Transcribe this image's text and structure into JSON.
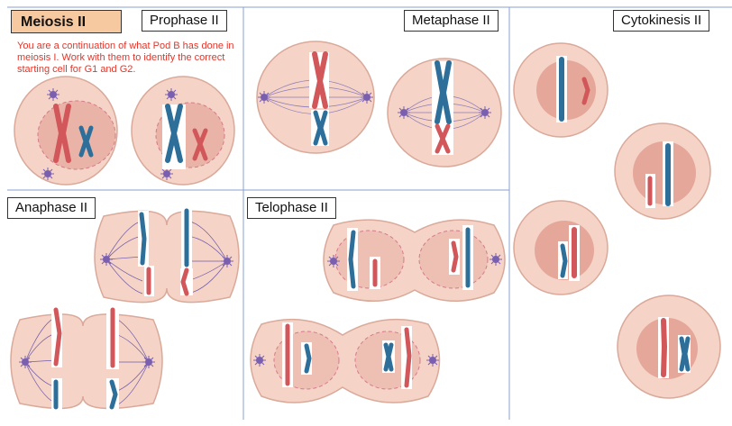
{
  "title": "Meiosis II",
  "note": "You are a continuation of what Pod B has done in meiosis I. Work with them to identify the correct starting cell for G1 and G2.",
  "phases": {
    "prophase": "Prophase II",
    "metaphase": "Metaphase II",
    "cytokinesis": "Cytokinesis II",
    "anaphase": "Anaphase II",
    "telophase": "Telophase II"
  },
  "colors": {
    "cell_fill": "#f5d3c7",
    "cell_stroke": "#d9a99a",
    "nucleus_fill": "#eab3a7",
    "chromosome_red": "#d2575a",
    "chromosome_blue": "#2e6f9a",
    "spindle": "#6f5aa8",
    "divider": "#8aa0cf",
    "title_bg": "#f7c9a0",
    "note_text": "#e2362b"
  }
}
